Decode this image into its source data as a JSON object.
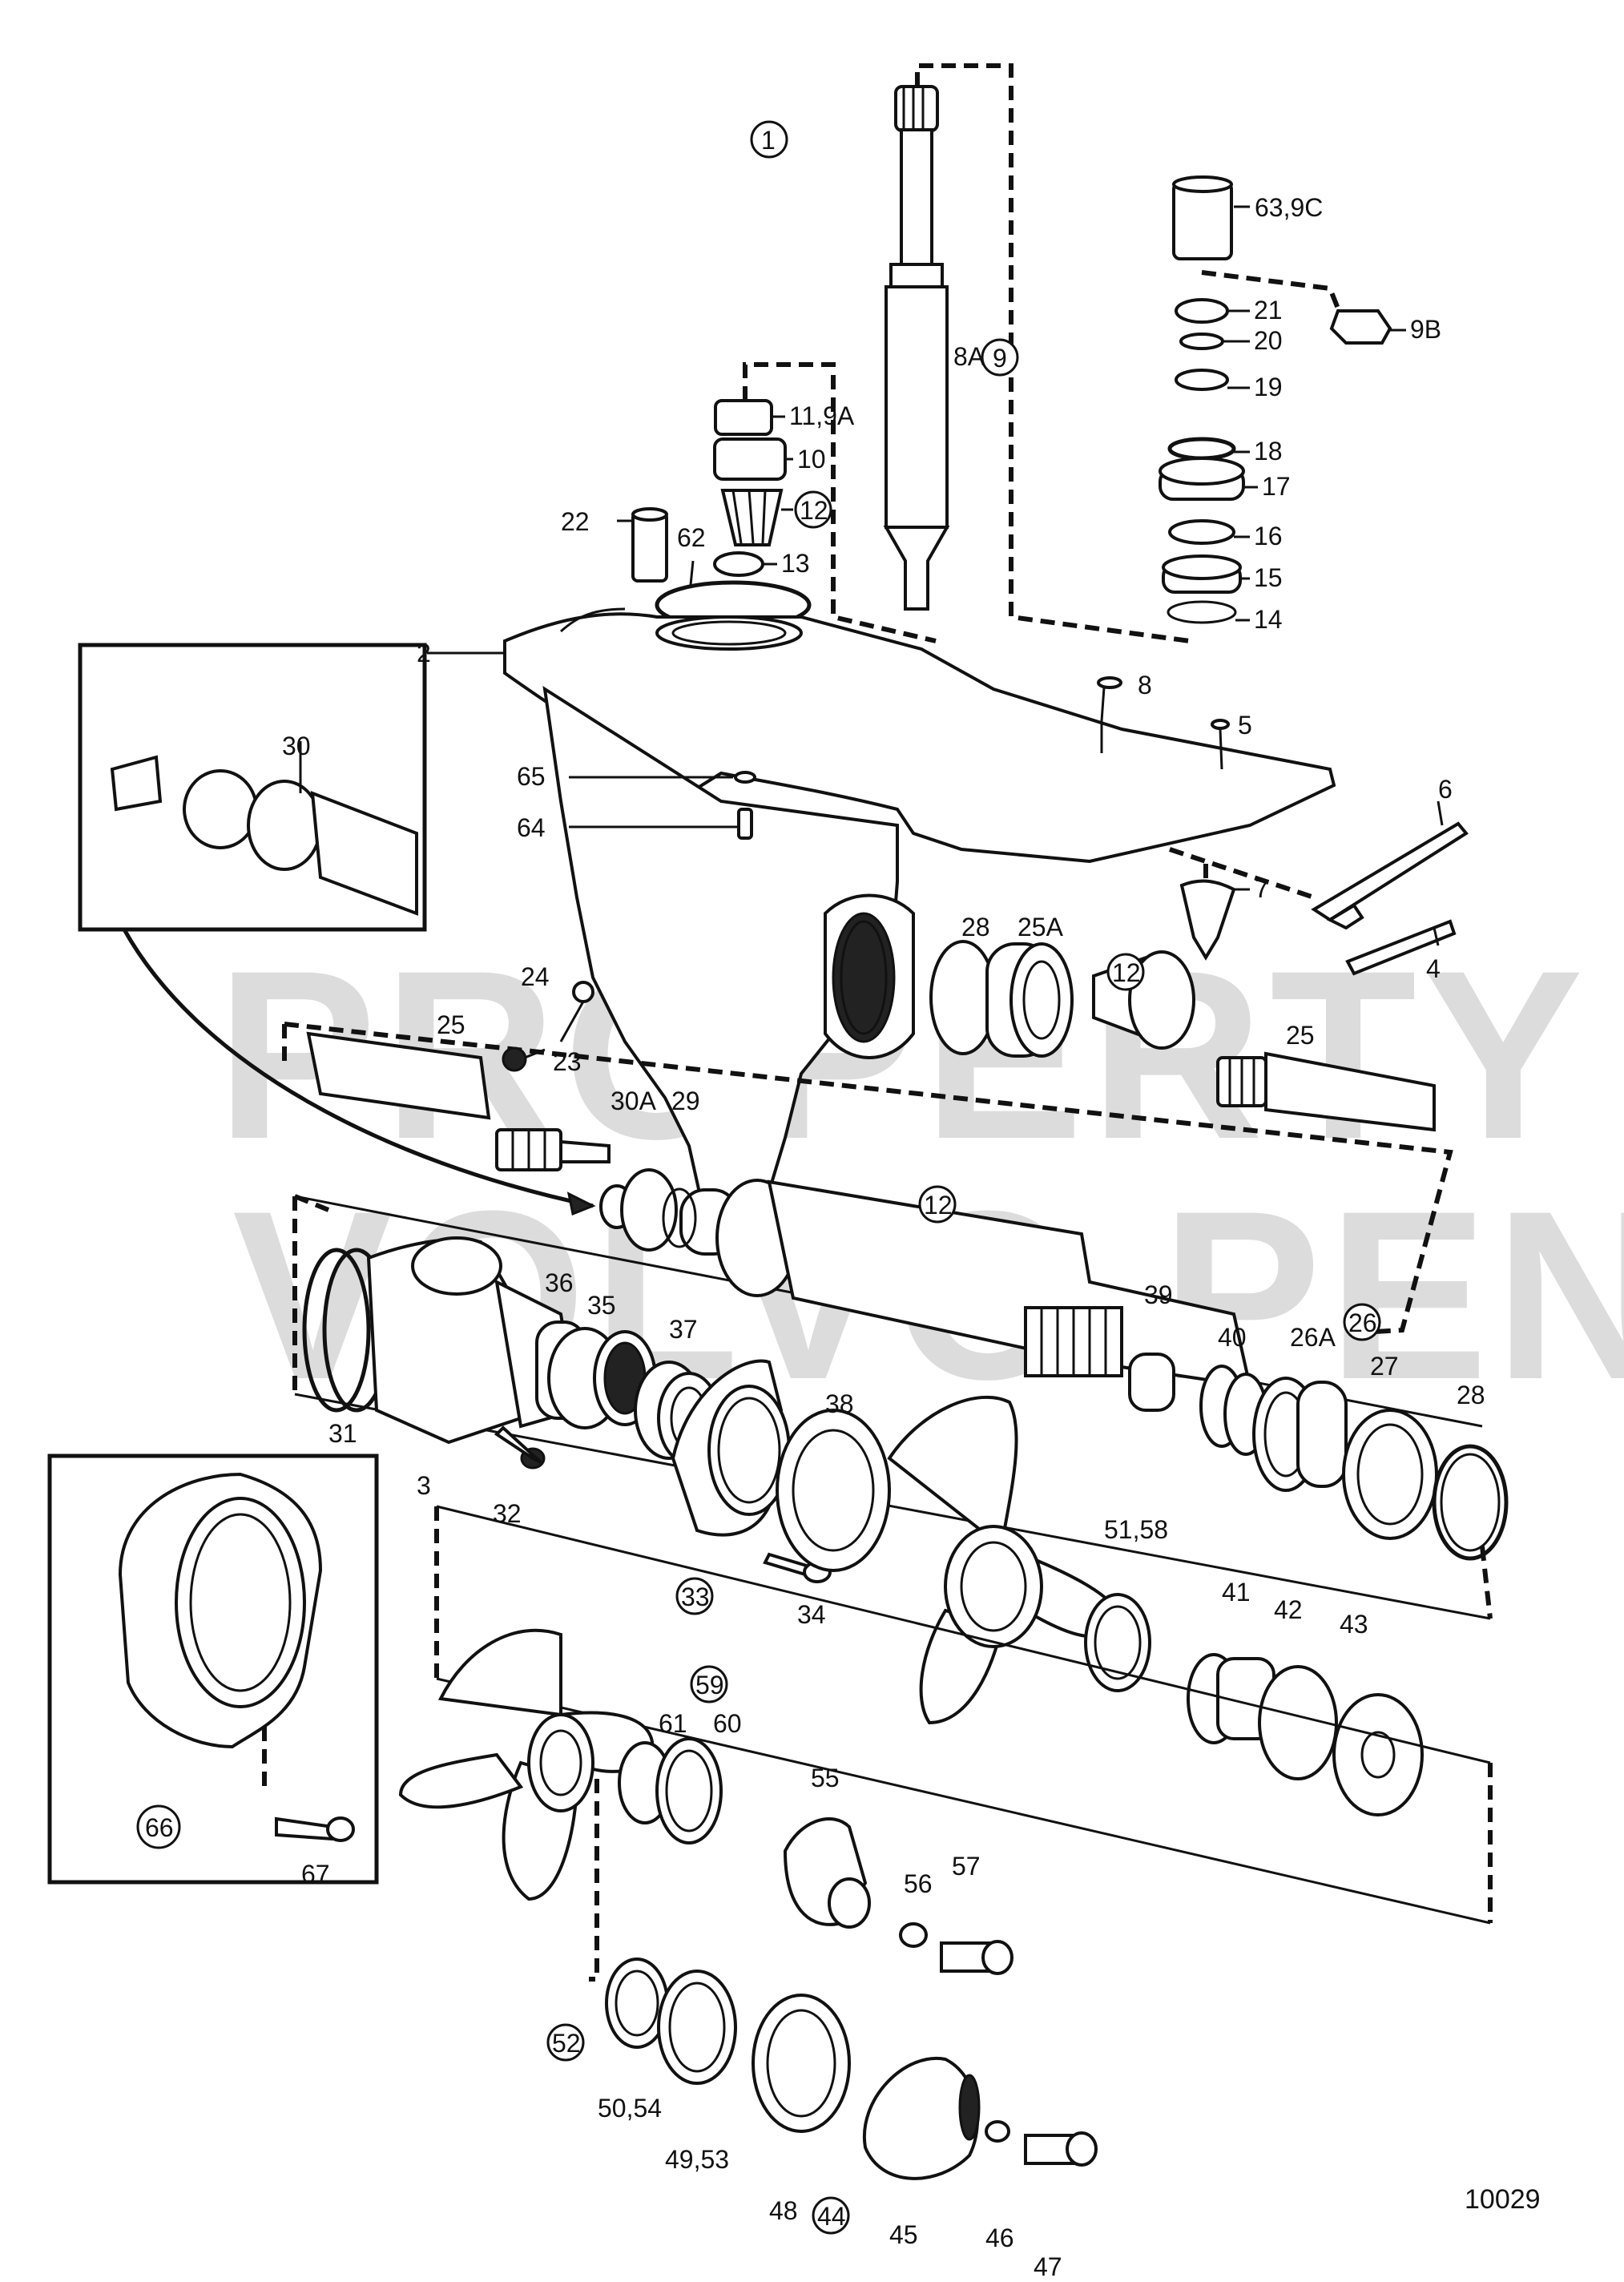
{
  "watermark": {
    "line1": "PROPERTY OF",
    "line2": "VOLVO PENTA"
  },
  "figure_number": "10029",
  "callouts_circled": [
    "1",
    "9",
    "12",
    "12",
    "12",
    "26",
    "33",
    "59",
    "66",
    "52",
    "44"
  ],
  "callouts": {
    "c1": "1",
    "c639c": "63,9C",
    "c21": "21",
    "c20": "20",
    "c9b": "9B",
    "c19": "19",
    "c18": "18",
    "c17": "17",
    "c16": "16",
    "c15": "15",
    "c14": "14",
    "c8a": "8A",
    "c9": "9",
    "c119a": "11,9A",
    "c10": "10",
    "c12a": "12",
    "c13": "13",
    "c22": "22",
    "c62": "62",
    "c2": "2",
    "c8": "8",
    "c5": "5",
    "c30": "30",
    "c65": "65",
    "c64": "64",
    "c6": "6",
    "c7": "7",
    "c4": "4",
    "c28a": "28",
    "c25a": "25A",
    "c12b": "12",
    "c25b": "25",
    "c24": "24",
    "c25c": "25",
    "c23": "23",
    "c30a": "30A",
    "c29": "29",
    "c12c": "12",
    "c36": "36",
    "c35": "35",
    "c39": "39",
    "c26": "26",
    "c37": "37",
    "c40": "40",
    "c26a": "26A",
    "c27": "27",
    "c28b": "28",
    "c31": "31",
    "c3": "3",
    "c32": "32",
    "c38": "38",
    "c33": "33",
    "c34": "34",
    "c5158": "51,58",
    "c41": "41",
    "c42": "42",
    "c43": "43",
    "c59": "59",
    "c61": "61",
    "c60": "60",
    "c55": "55",
    "c56": "56",
    "c57": "57",
    "c66": "66",
    "c67": "67",
    "c52": "52",
    "c5054": "50,54",
    "c4953": "49,53",
    "c48": "48",
    "c44": "44",
    "c45": "45",
    "c46": "46",
    "c47": "47"
  }
}
